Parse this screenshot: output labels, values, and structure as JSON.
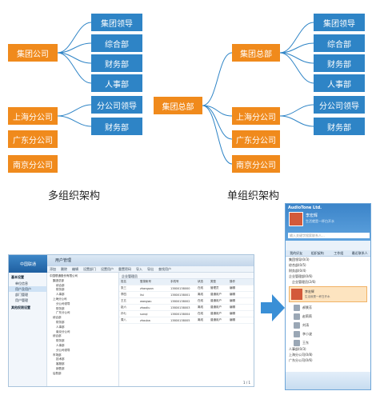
{
  "diagram_left": {
    "root_top": "集团公司",
    "children_top": [
      "集团领导",
      "综合部",
      "财务部",
      "人事部"
    ],
    "branch_sh": "上海分公司",
    "children_sh": [
      "分公司领导",
      "财务部"
    ],
    "branch_gd": "广东分公司",
    "branch_nj": "南京分公司",
    "caption": "多组织架构"
  },
  "diagram_right": {
    "root": "集团总部",
    "mid_top": "集团总部",
    "children_top": [
      "集团领导",
      "综合部",
      "财务部",
      "人事部"
    ],
    "mid_sh": "上海分公司",
    "children_sh": [
      "分公司领导",
      "财务部"
    ],
    "mid_gd": "广东分公司",
    "mid_nj": "南京分公司",
    "caption": "单组织架构"
  },
  "colors": {
    "orange": "#f08a1c",
    "blue": "#2e84c6",
    "arrow": "#3a8fd6"
  },
  "main_window": {
    "brand": "中国联通",
    "title": "用户管理",
    "toolbar": [
      "添加",
      "删除",
      "编辑",
      "设置部门",
      "设置用户",
      "重置密码",
      "导入",
      "导出",
      "查找用户"
    ],
    "sidebar_sections": [
      {
        "title": "基本设置",
        "items": [
          "单位信息",
          "用户及用户",
          "部门管理",
          "用户管理"
        ]
      },
      {
        "title": "其他权限设置",
        "items": []
      }
    ],
    "tree": [
      "中国联通股份有限公司",
      "集团总部",
      "综合部",
      "财务部",
      "人事部",
      "上海分公司",
      "分公司领导",
      "财务部",
      "广东分公司",
      "综合部",
      "财务部",
      "人事部",
      "南京分公司",
      "综合部",
      "财务部",
      "人事部",
      "分公司领导",
      "市场部",
      "技术部",
      "客服部",
      "销售部",
      "后勤部"
    ],
    "grid_bar": "企业管理员",
    "grid_headers": [
      "姓名",
      "登录帐号",
      "手机号",
      "状态",
      "类型",
      "操作"
    ],
    "grid_rows": [
      [
        "张三",
        "zhangsan",
        "13800138000",
        "在线",
        "管理员",
        "编辑"
      ],
      [
        "李四",
        "lisi",
        "13800138001",
        "离线",
        "普通用户",
        "编辑"
      ],
      [
        "王五",
        "wangwu",
        "13800138002",
        "在线",
        "普通用户",
        "编辑"
      ],
      [
        "赵六",
        "zhaoliu",
        "13800138003",
        "离线",
        "普通用户",
        "编辑"
      ],
      [
        "孙七",
        "sunqi",
        "13800138004",
        "在线",
        "普通用户",
        "编辑"
      ],
      [
        "周八",
        "zhouba",
        "13800138005",
        "离线",
        "普通用户",
        "编辑"
      ]
    ],
    "pager": "1 / 1"
  },
  "im_client": {
    "app_name": "AudioTone Ltd.",
    "user_name": "李宏辉",
    "signature": "生活就是一杯白开水",
    "search_placeholder": "输入关键字搜索联系人...",
    "tabs": [
      "我的好友",
      "组织架构",
      "工作组",
      "最近联系人"
    ],
    "groups": [
      "集团领导(0/3)",
      "综合部(0/5)",
      "财务部(0/4)",
      "企业管理部(0/6)",
      "企业管理员(2/6)"
    ],
    "card_name": "李宏辉",
    "card_sig": "生活就是一杯白开水",
    "persons": [
      "郝景芳",
      "赵莉莉",
      "刘涛",
      "李小波",
      "王东"
    ],
    "groups_after": [
      "人事部(0/3)",
      "上海分公司(0/8)",
      "广东分公司(0/6)"
    ]
  }
}
